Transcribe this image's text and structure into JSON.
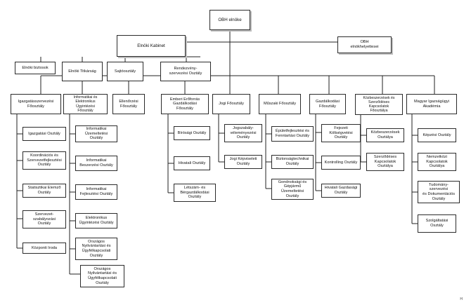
{
  "org": {
    "head": "OBH elnöke",
    "deputy": "OBH\nelnökhelyettesei",
    "cabinet": "Elnöki Kabinet",
    "commissioners": "Elnöki biztosok",
    "secretariat": "Elnöki Titkárság",
    "press": "Sajtóosztály",
    "events": "Rendezvény-\nszervezési Osztály",
    "d1": "Igazgatásszervezési\nFőosztály",
    "d1_1": "Igazgatási Osztály",
    "d1_2": "Koordinációs és\nSzervezetfejlesztési\nOsztály",
    "d1_3": "Statisztikai Elemző\nOsztály",
    "d1_4": "Szervezet-\nszabályozási\nOsztály",
    "d1_5": "Központi Iroda",
    "d2": "Informatikai és\nElektronikus\nÜgyintézési\nFőosztály",
    "d2_1": "Informatikai\nÜzemeltetési\nOsztály",
    "d2_2": "Informatikai\nBeszerzési Osztály",
    "d2_3": "Informatikai\nFejlesztési Osztály",
    "d2_4": "Elektronikus\nÜgyintézési Osztály",
    "d2_5": "Országos\nNyilvántartási és\nÜgyfélkapcsolati\nOsztály",
    "d2_6": "Országos\nNyilvántartási és\nÜgyfélkapcsolati\nOsztály",
    "d3": "Ellenőrzési\nFőosztály",
    "d4": "Emberi Erőforrás\nGazdálkodási\nFőosztály",
    "d4_1": "Bírósági Osztály",
    "d4_2": "Hivatali Osztály",
    "d4_3": "Létszám- és\nBérgazdálkodási\nOsztály",
    "d5": "Jogi Főosztály",
    "d5_1": "Jogszabály-\nvéleményezési\nOsztály",
    "d5_2": "Jogi Képviseleti\nOsztály",
    "d6": "Műszaki Főosztály",
    "d6_1": "Épületfejlesztési és\nFenntartási Osztály",
    "d6_2": "Biztonságtechnikai\nOsztály",
    "d6_3": "Gondnoksági és\nGépjármű\nÜzemeltetési\nOsztály",
    "d7": "Gazdálkodási\nFőosztály",
    "d7_1": "Fejezeti\nKöltségvetési\nOsztály",
    "d7_2": "Kontrolling Osztály",
    "d7_3": "Hivatali Gazdasági\nOsztály",
    "d8": "Közbeszerzések és\nSzerződéses\nKapcsolatok\nFőosztálya",
    "d8_1": "Közbeszerzések\nOsztálya",
    "d8_2": "Szerződéses\nKapcsolatok\nOsztálya",
    "d9": "Magyar Igazságügyi\nAkadémia",
    "d9_1": "Képzési Osztály",
    "d9_2": "Nemzetközi\nKapcsolatok\nOsztálya",
    "d9_3": "Tudomány-\nszervezési\nés Dokumentációs\nOsztály",
    "d9_4": "Szolgáltatási\nOsztály"
  },
  "footnote": "H"
}
